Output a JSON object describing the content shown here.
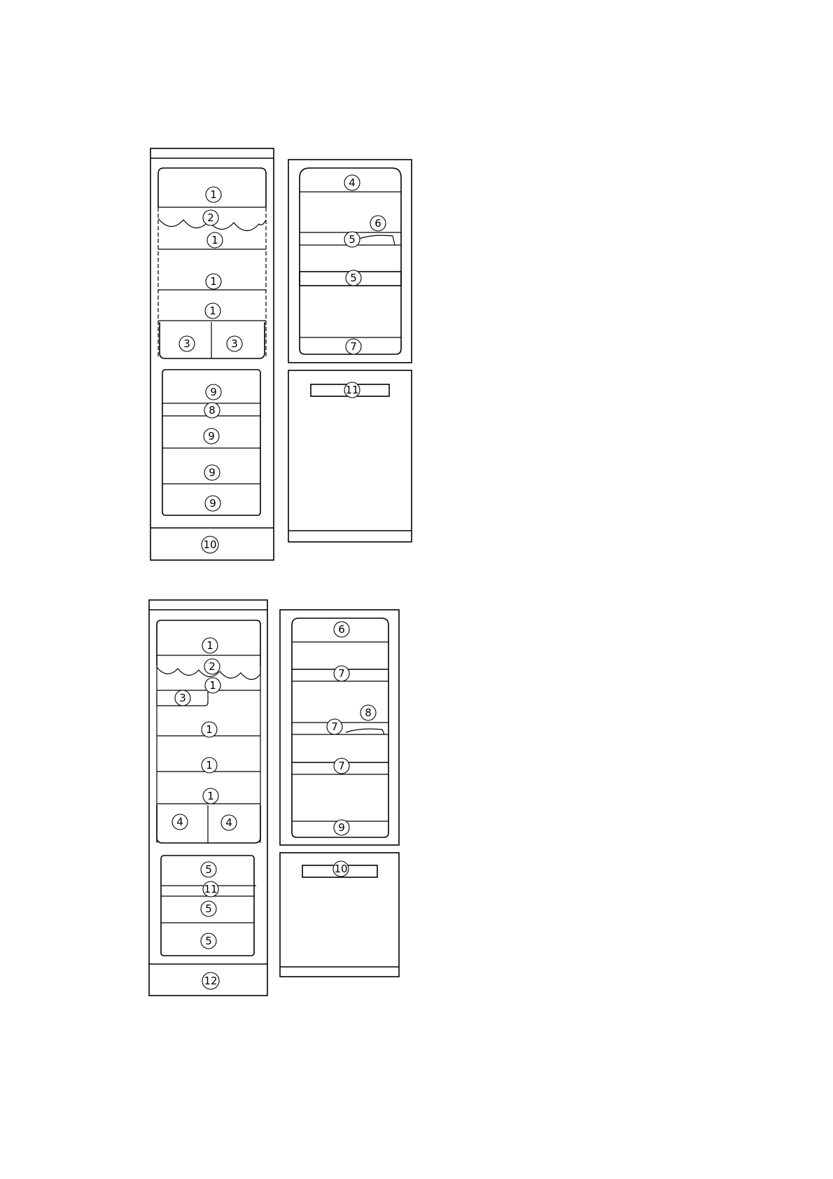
{
  "figure_a": {
    "fridge_labels": [
      "1",
      "2",
      "1",
      "1",
      "1",
      "3",
      "3"
    ],
    "fridge_door_labels": [
      "4",
      "6",
      "5",
      "5",
      "7"
    ],
    "freezer_labels": [
      "9",
      "8",
      "9",
      "9",
      "9"
    ],
    "freezer_door_labels": [
      "11"
    ],
    "base_label": "10"
  },
  "figure_b": {
    "fridge_labels": [
      "1",
      "2",
      "1",
      "3",
      "1",
      "1",
      "1",
      "4",
      "4"
    ],
    "fridge_door_labels": [
      "6",
      "7",
      "8",
      "7",
      "7",
      "9"
    ],
    "freezer_labels": [
      "5",
      "11",
      "5",
      "5"
    ],
    "freezer_door_labels": [
      "10"
    ],
    "base_label": "12"
  }
}
